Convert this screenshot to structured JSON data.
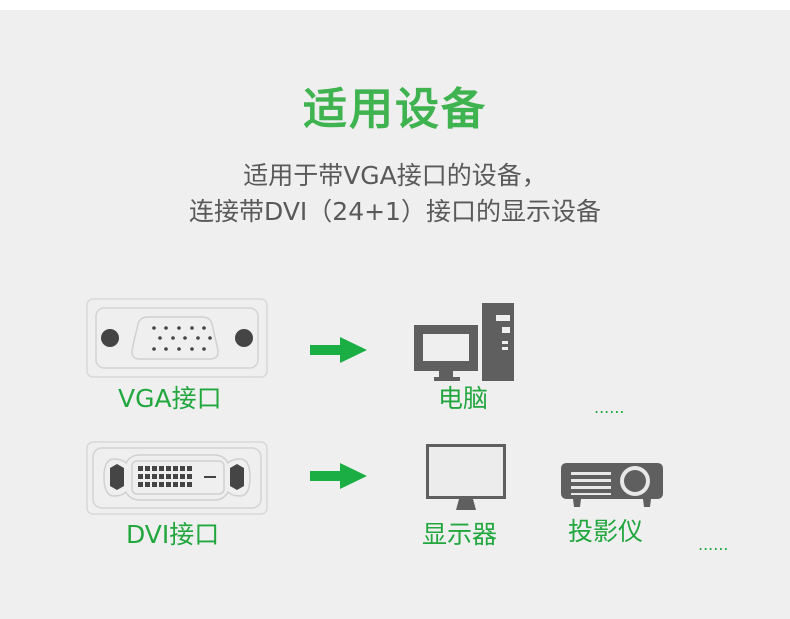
{
  "header": {
    "title": "适用设备",
    "description_line1": "适用于带VGA接口的设备，",
    "description_line2": "连接带DVI（24+1）接口的显示设备"
  },
  "rows": [
    {
      "connector": {
        "label": "VGA接口",
        "icon": "vga-connector-icon"
      },
      "arrow_icon": "right-arrow-icon",
      "devices": [
        {
          "label": "电脑",
          "icon": "desktop-computer-icon"
        }
      ],
      "ellipsis": "......"
    },
    {
      "connector": {
        "label": "DVI接口",
        "icon": "dvi-connector-icon"
      },
      "arrow_icon": "right-arrow-icon",
      "devices": [
        {
          "label": "显示器",
          "icon": "monitor-icon"
        },
        {
          "label": "投影仪",
          "icon": "projector-icon"
        }
      ],
      "ellipsis": "......"
    }
  ],
  "colors": {
    "background": "#efefef",
    "title_green": "#3fb34f",
    "accent_green": "#22a73f",
    "text_gray": "#595959",
    "icon_gray": "#5f5f5f"
  }
}
